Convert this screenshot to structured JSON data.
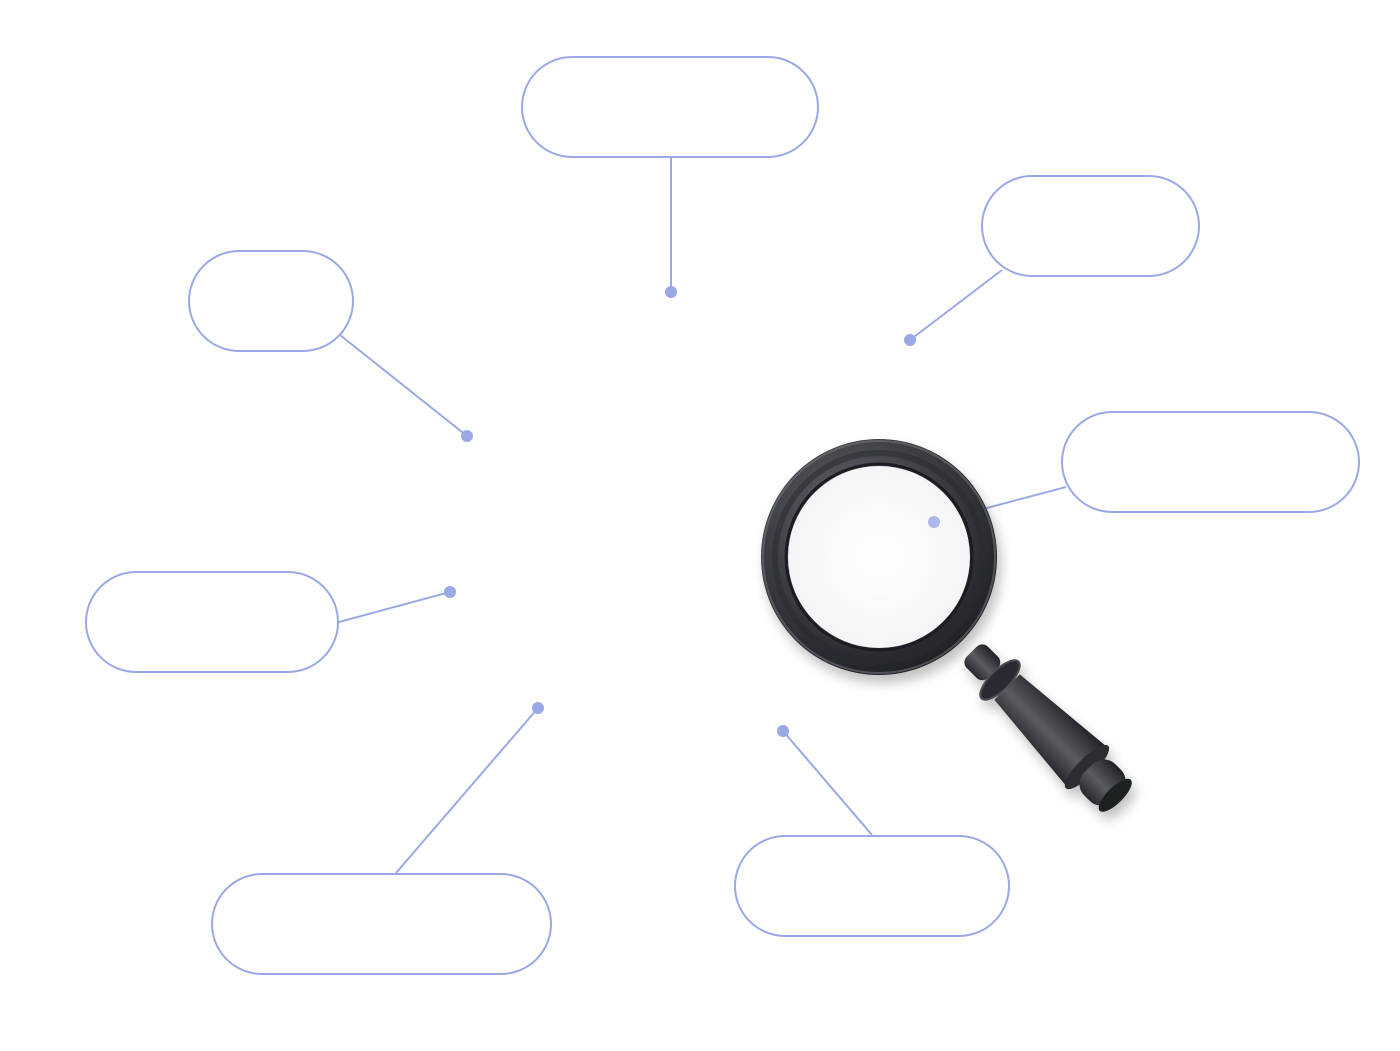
{
  "diagram": {
    "accent_color": "#9aa8e6",
    "center_icon": "magnifying-glass-icon",
    "callouts": [
      {
        "id": "top",
        "label": ""
      },
      {
        "id": "top-right",
        "label": ""
      },
      {
        "id": "left-upper",
        "label": ""
      },
      {
        "id": "right",
        "label": ""
      },
      {
        "id": "left-lower",
        "label": ""
      },
      {
        "id": "bottom-left",
        "label": ""
      },
      {
        "id": "bottom-right",
        "label": ""
      }
    ]
  }
}
